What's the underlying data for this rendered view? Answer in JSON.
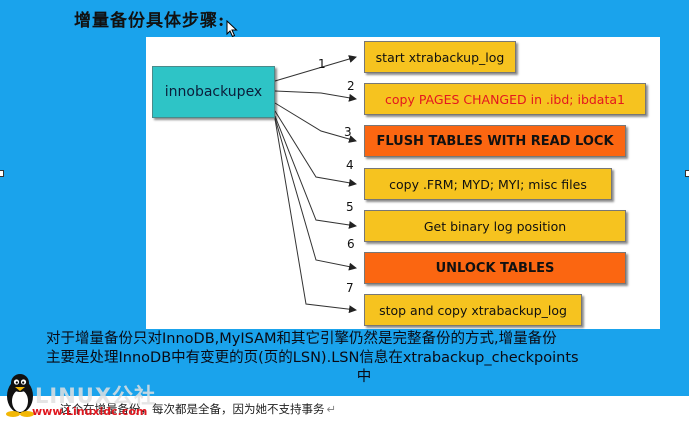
{
  "slide": {
    "title": "增量备份具体步骤:",
    "body_lines": [
      "对于增量备份只对InnoDB,MyISAM和其它引擎仍然是完整备份的方式,增量备份",
      "主要是处理InnoDB中有变更的页(页的LSN).LSN信息在xtrabackup_checkpoints",
      "中"
    ]
  },
  "diagram": {
    "source": "innobackupex",
    "steps": [
      {
        "num": "1",
        "label": "start xtrabackup_log"
      },
      {
        "num": "2",
        "label": "copy PAGES CHANGED in .ibd; ibdata1"
      },
      {
        "num": "3",
        "label": "FLUSH TABLES WITH READ LOCK"
      },
      {
        "num": "4",
        "label": "copy .FRM; MYD; MYI; misc files"
      },
      {
        "num": "5",
        "label": "Get binary log position"
      },
      {
        "num": "6",
        "label": "UNLOCK TABLES"
      },
      {
        "num": "7",
        "label": "stop and copy xtrabackup_log"
      }
    ],
    "colors": {
      "source_fill": "#2ec4c6",
      "step_fill": "#f6c31f",
      "lock_fill": "#fb6611",
      "warning_text": "#e4171f"
    }
  },
  "document": {
    "note": "这个在增量备份，每次都是全备，因为她不支持事务",
    "para_mark": "↵"
  },
  "watermark": {
    "text": "LINUX公社",
    "url": "www.Linuxidc.com",
    "icon": "tux-penguin-icon"
  },
  "colors": {
    "slide_background": "#1aa3ec"
  }
}
